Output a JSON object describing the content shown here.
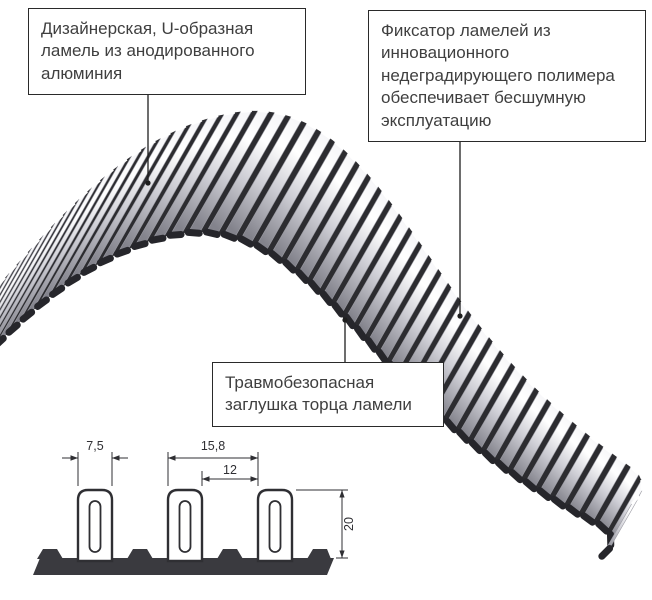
{
  "callouts": {
    "lamella": {
      "text": "Дизайнерская, U-образная ламель из анодированного алюминия"
    },
    "fixator": {
      "text": "Фиксатор ламелей из инновационного недеградирующего полимера обеспечивает бесшумную эксплуатацию"
    },
    "endcap": {
      "text": "Травмобезопасная заглушка торца ламели"
    }
  },
  "dimension_drawing": {
    "slot_width": "7,5",
    "lamella_pitch": "15,8",
    "gap_width": "12",
    "profile_height": "20"
  },
  "colors": {
    "outline": "#2f2f33",
    "polymer_dark": "#2c2c30",
    "metal_light": "#ffffff",
    "metal_dark": "#83838c",
    "callout_border": "#2a2a2a",
    "background": "#ffffff"
  }
}
